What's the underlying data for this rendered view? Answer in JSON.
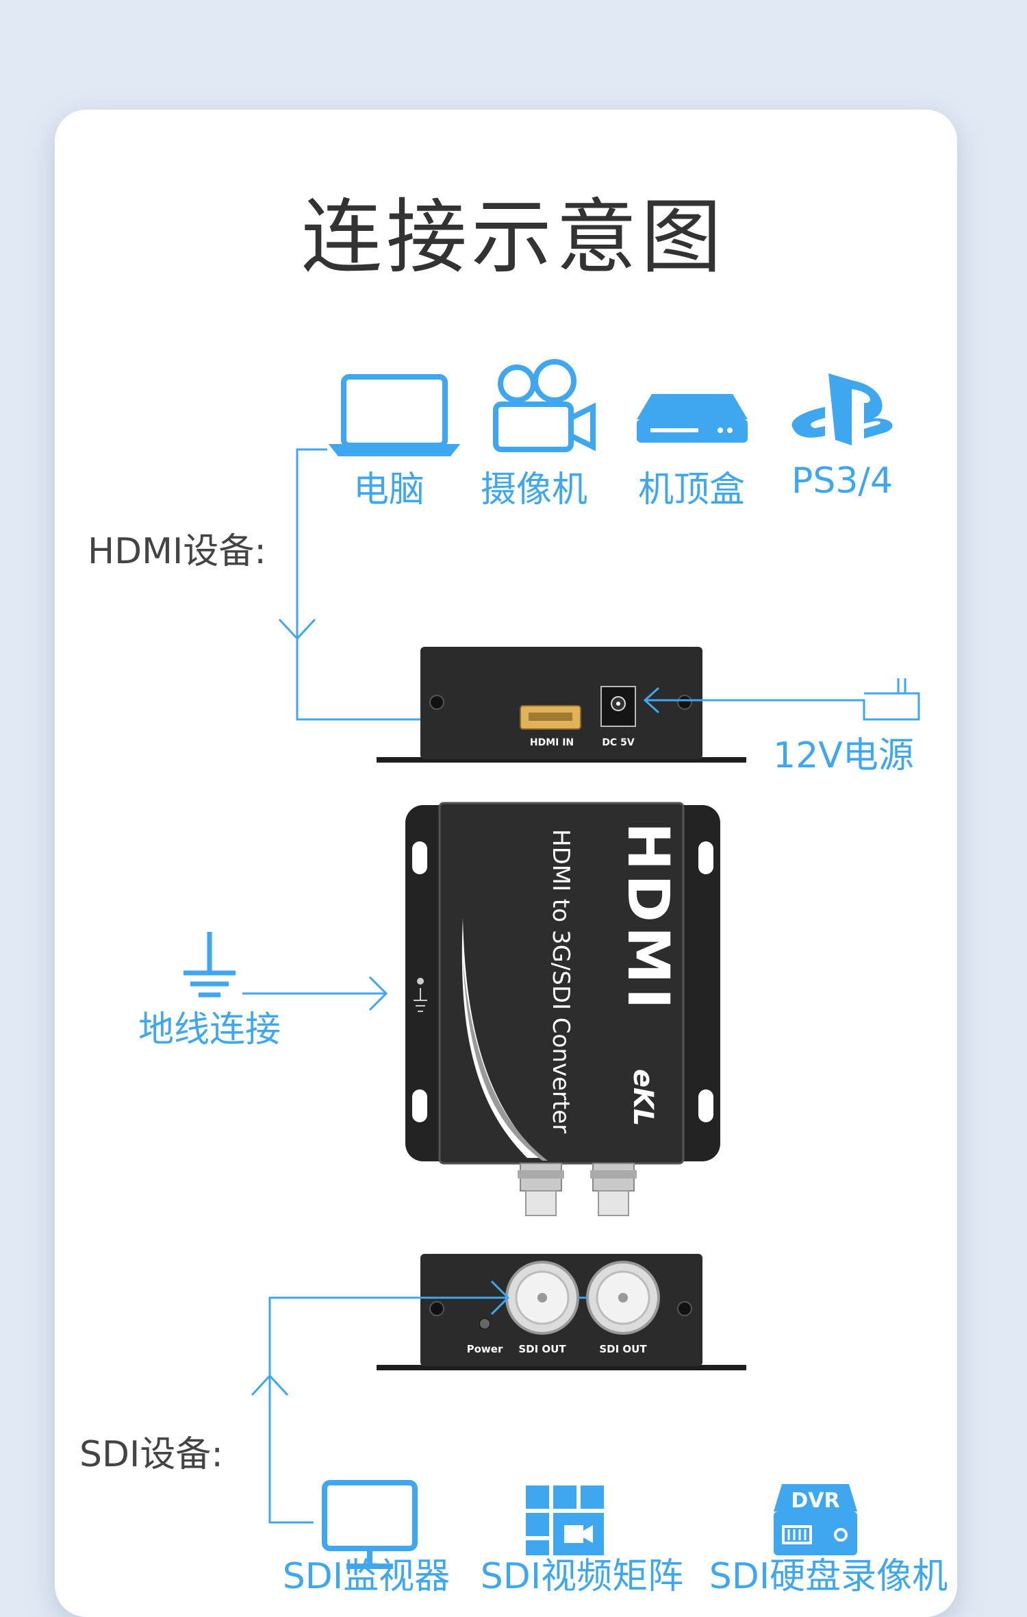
{
  "title": "连接示意图",
  "hdmi_section": {
    "label": "HDMI设备:",
    "devices": [
      "电脑",
      "摄像机",
      "机顶盒",
      "PS3/4"
    ],
    "power_label": "12V电源"
  },
  "ground_label": "地线连接",
  "sdi_section": {
    "label": "SDI设备:",
    "devices": [
      "SDI监视器",
      "SDI视频矩阵",
      "SDI硬盘录像机"
    ]
  },
  "device_panel_top": {
    "ports": [
      "HDMI IN",
      "DC 5V"
    ]
  },
  "device_body": {
    "product_text": "HDMI to 3G/SDI Converter",
    "logo": "HDMI",
    "brand": "eKL"
  },
  "device_panel_bottom": {
    "ports": [
      "Power",
      "SDI OUT",
      "SDI OUT"
    ]
  },
  "dvr_icon_text": "DVR",
  "colors": {
    "accent": "#3ea7f0",
    "device": "#2b2b2b",
    "background": "#e1e9f4"
  }
}
